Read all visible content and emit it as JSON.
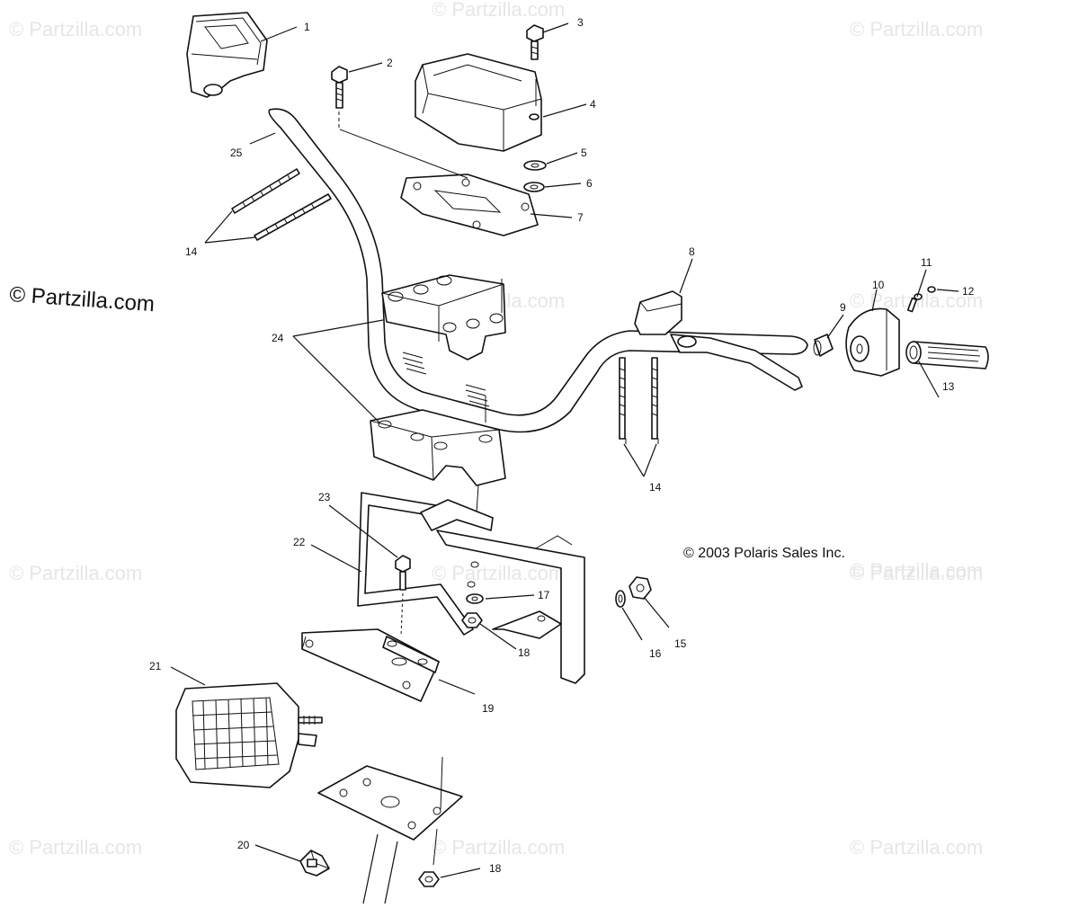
{
  "watermarks": [
    "© Partzilla.com",
    "© Partzilla.com",
    "© Partzilla.com",
    "© Partzilla.com",
    "© Partzilla.com",
    "© Partzilla.com",
    "© Partzilla.com",
    "© Partzilla.com",
    "© Partzilla.com",
    "© Partzilla.com",
    "© Partzilla.com",
    "© Partzilla.com"
  ],
  "main_watermark": "© Partzilla.com",
  "copyright": "© 2003 Polaris Sales Inc.",
  "callouts": {
    "c1": "1",
    "c2": "2",
    "c3": "3",
    "c4": "4",
    "c5": "5",
    "c6": "6",
    "c7": "7",
    "c8": "8",
    "c9": "9",
    "c10": "10",
    "c11": "11",
    "c12": "12",
    "c13": "13",
    "c14a": "14",
    "c14b": "14",
    "c15": "15",
    "c16": "16",
    "c17": "17",
    "c18a": "18",
    "c18b": "18",
    "c19": "19",
    "c20": "20",
    "c21": "21",
    "c22": "22",
    "c23": "23",
    "c24": "24",
    "c25": "25"
  }
}
